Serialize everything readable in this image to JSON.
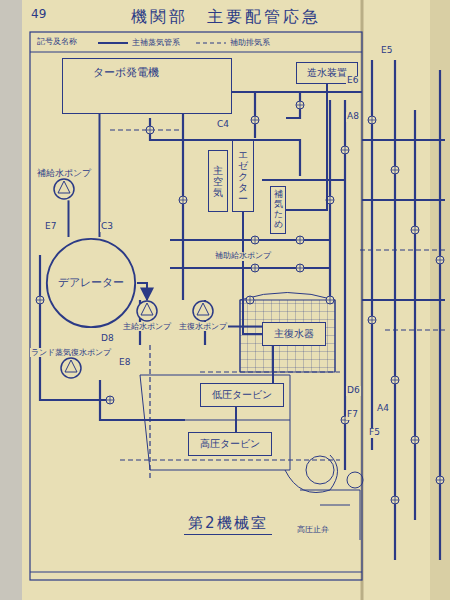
{
  "diagram": {
    "title": "機関部　主要配管応急",
    "caption": "第2機械室",
    "nodes": [
      {
        "text": [
          "ターボ発電機"
        ]
      },
      {
        "text": [
          "造水装置"
        ]
      },
      {
        "text": [
          "主空気"
        ]
      },
      {
        "text": [
          "エゼクター"
        ]
      },
      {
        "text": [
          "補気ため"
        ]
      },
      {
        "text": [
          "補給水ポンプ"
        ]
      },
      {
        "text": [
          "デアレーター"
        ]
      },
      {
        "text": [
          "ランド蒸気復水ポンプ"
        ]
      },
      {
        "text": [
          "主給水ポンプ"
        ]
      },
      {
        "text": [
          "主復水ポンプ"
        ]
      },
      {
        "text": [
          "主復水器"
        ]
      },
      {
        "text": [
          "低圧タービン"
        ]
      },
      {
        "text": [
          "高圧タービン"
        ]
      }
    ],
    "edges": [
      {
        "from": 0,
        "to": 6,
        "arrow": "none"
      },
      {
        "from": 3,
        "to": 10,
        "arrow": "none"
      },
      {
        "from": 6,
        "to": 8,
        "arrow": "to"
      },
      {
        "from": 9,
        "to": 10,
        "arrow": "none"
      },
      {
        "from": 1,
        "to": 4,
        "arrow": "none"
      },
      {
        "from": 11,
        "to": 10,
        "arrow": "none"
      },
      {
        "from": 12,
        "to": 11,
        "arrow": "none"
      },
      {
        "from": 5,
        "to": 6,
        "arrow": "none"
      }
    ],
    "labels": [
      "49",
      "記号及名称",
      "C4",
      "E7",
      "C3",
      "D8",
      "E8",
      "D6",
      "F7",
      "F5",
      "E5",
      "E6",
      "A8",
      "A4",
      "補助給水ポンプ",
      "高圧止弁"
    ],
    "legend": [
      {
        "text": "主補蒸気管系"
      },
      {
        "text": "補助排気系"
      }
    ]
  }
}
